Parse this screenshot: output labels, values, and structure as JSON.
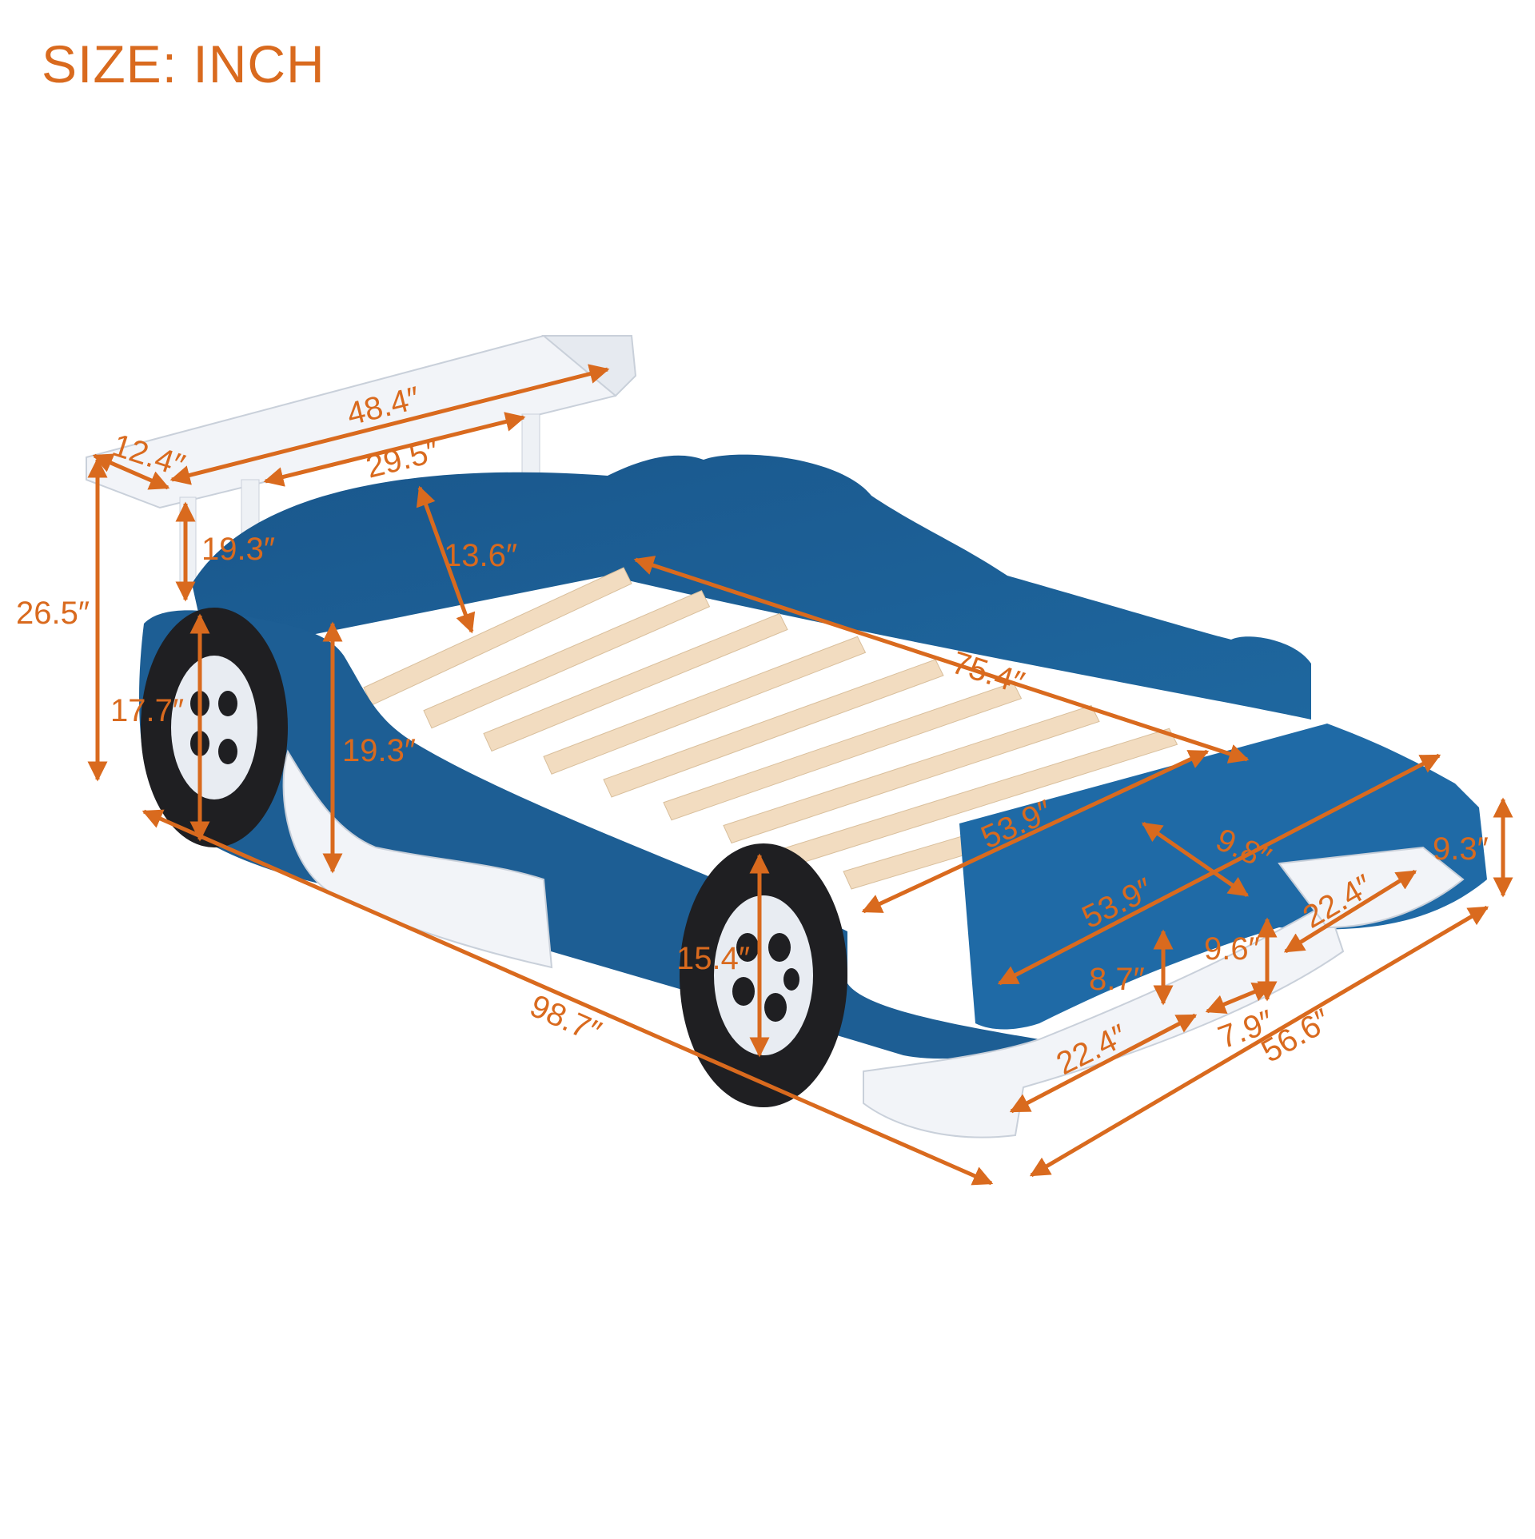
{
  "title": "SIZE: INCH",
  "colors": {
    "accent": "#d96a1e",
    "body_blue": "#1d5e94",
    "body_blue_dark": "#134a78",
    "white_trim": "#f2f4f8",
    "wheel_black": "#1f1f22",
    "slat_wood": "#f2dcc0"
  },
  "dimensions": {
    "spoiler_depth": "12.4″",
    "spoiler_width": "48.4″",
    "spoiler_post_spacing": "29.5″",
    "spoiler_post_height": "19.3″",
    "overall_height": "26.5″",
    "headboard_height": "13.6″",
    "rear_wheel_diameter": "17.7″",
    "side_height": "19.3″",
    "mattress_length": "75.4″",
    "mattress_width": "53.9″",
    "front_panel_depth": "9.8″",
    "front_panel_width": "53.9″",
    "front_panel_height": "9.3″",
    "front_wheel_diameter": "15.4″",
    "front_wing_width_left": "22.4″",
    "front_wing_width_right": "22.4″",
    "front_wing_height_left": "8.7″",
    "front_wing_height_right": "9.6″",
    "front_wing_gap": "7.9″",
    "overall_length": "98.7″",
    "overall_width": "56.6″"
  }
}
